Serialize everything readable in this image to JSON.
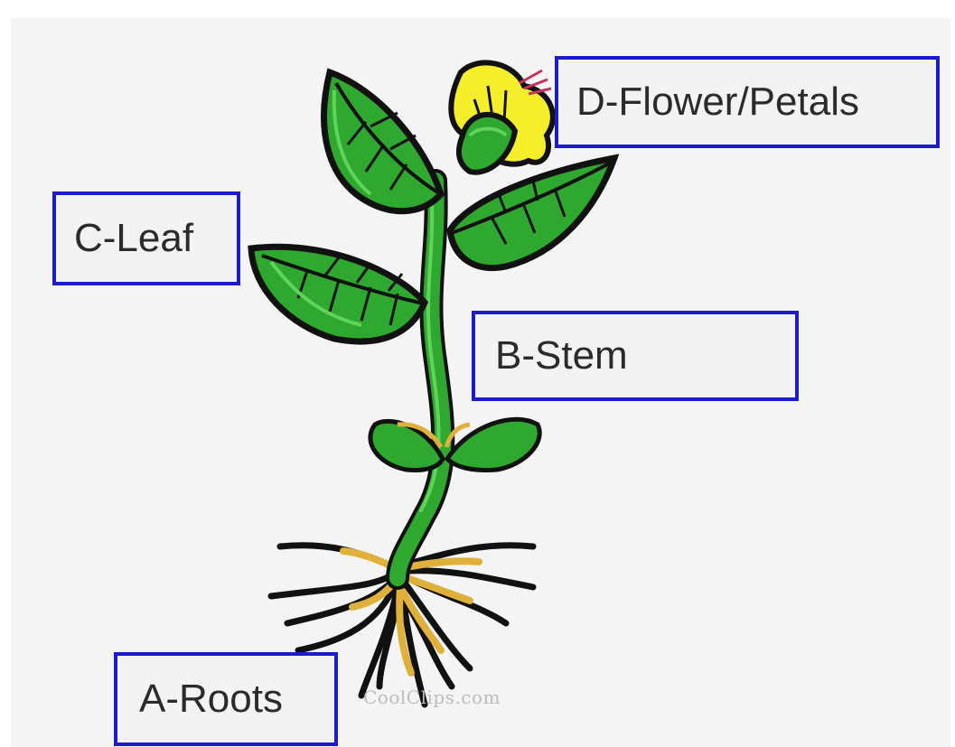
{
  "labels": {
    "flower": "D-Flower/Petals",
    "leaf": "C-Leaf",
    "stem": "B-Stem",
    "roots": "A-Roots"
  },
  "watermark": "CoolClips.com",
  "colors": {
    "label_border": "#1c1cc8",
    "label_fill": "#f3f3f3",
    "leaf_green": "#2ea82e",
    "leaf_highlight": "#5fd35a",
    "flower_yellow": "#f5ee2a",
    "root_tan": "#e0b13a",
    "outline": "#111111"
  },
  "icons": [
    "plant-illustration"
  ]
}
